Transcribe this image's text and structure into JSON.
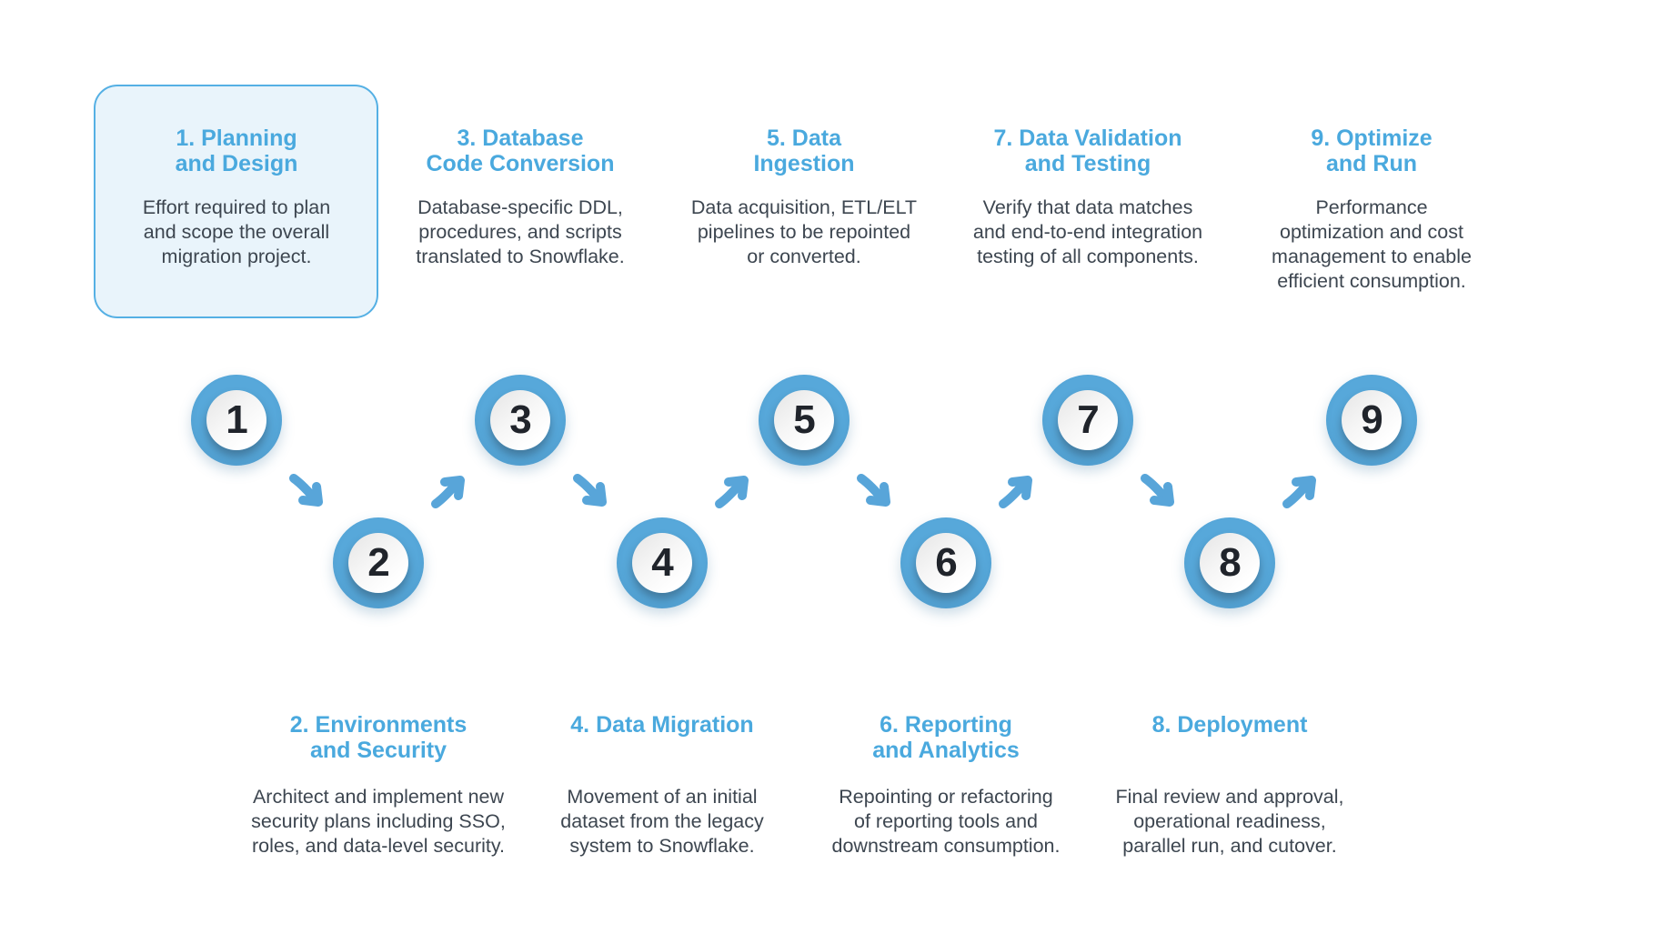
{
  "palette": {
    "accent_blue": "#4AA9DE",
    "circle_blue": "#57A8DA",
    "body_text": "#3D4650",
    "number_text": "#20242B",
    "highlight_fill": "#E9F4FB",
    "highlight_border": "#55B0E4"
  },
  "steps": [
    {
      "number": "1",
      "title": "1. Planning\nand Design",
      "description": "Effort required to plan\nand scope the overall\nmigration project.",
      "row": "top",
      "highlighted": true
    },
    {
      "number": "2",
      "title": "2. Environments\nand Security",
      "description": "Architect and implement new\nsecurity plans including SSO,\nroles, and data-level security.",
      "row": "bottom",
      "highlighted": false
    },
    {
      "number": "3",
      "title": "3. Database\nCode Conversion",
      "description": "Database-specific DDL,\nprocedures, and scripts\ntranslated to Snowflake.",
      "row": "top",
      "highlighted": false
    },
    {
      "number": "4",
      "title": "4. Data Migration",
      "description": "Movement of an initial\ndataset from the legacy\nsystem to Snowflake.",
      "row": "bottom",
      "highlighted": false
    },
    {
      "number": "5",
      "title": "5. Data\nIngestion",
      "description": "Data acquisition, ETL/ELT\npipelines to be repointed\nor converted.",
      "row": "top",
      "highlighted": false
    },
    {
      "number": "6",
      "title": "6. Reporting\nand Analytics",
      "description": "Repointing or refactoring\nof reporting tools and\ndownstream consumption.",
      "row": "bottom",
      "highlighted": false
    },
    {
      "number": "7",
      "title": "7. Data Validation\nand Testing",
      "description": "Verify that data matches\nand end-to-end integration\ntesting of all components.",
      "row": "top",
      "highlighted": false
    },
    {
      "number": "8",
      "title": "8. Deployment",
      "description": "Final review and approval,\noperational readiness,\nparallel run, and cutover.",
      "row": "bottom",
      "highlighted": false
    },
    {
      "number": "9",
      "title": "9. Optimize\nand Run",
      "description": "Performance\noptimization and cost\nmanagement to enable\nefficient consumption.",
      "row": "top",
      "highlighted": false
    }
  ],
  "arrows": [
    {
      "from": "1",
      "to": "2",
      "direction": "down-right"
    },
    {
      "from": "2",
      "to": "3",
      "direction": "up-right"
    },
    {
      "from": "3",
      "to": "4",
      "direction": "down-right"
    },
    {
      "from": "4",
      "to": "5",
      "direction": "up-right"
    },
    {
      "from": "5",
      "to": "6",
      "direction": "down-right"
    },
    {
      "from": "6",
      "to": "7",
      "direction": "up-right"
    },
    {
      "from": "7",
      "to": "8",
      "direction": "down-right"
    },
    {
      "from": "8",
      "to": "9",
      "direction": "up-right"
    }
  ]
}
